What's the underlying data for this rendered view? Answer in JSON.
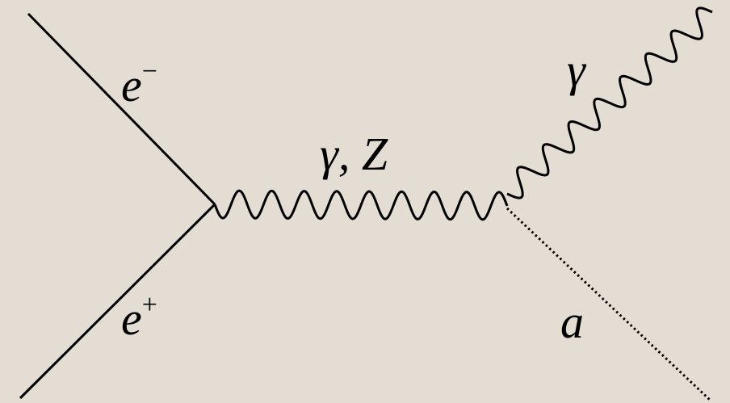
{
  "diagram": {
    "background": "#e4ddd3",
    "line_color": "#000000",
    "particles": {
      "electron": {
        "symbol": "e",
        "charge": "−"
      },
      "positron": {
        "symbol": "e",
        "charge": "+"
      },
      "propagator": "γ, Z",
      "photon": "γ",
      "axion": "a"
    }
  }
}
